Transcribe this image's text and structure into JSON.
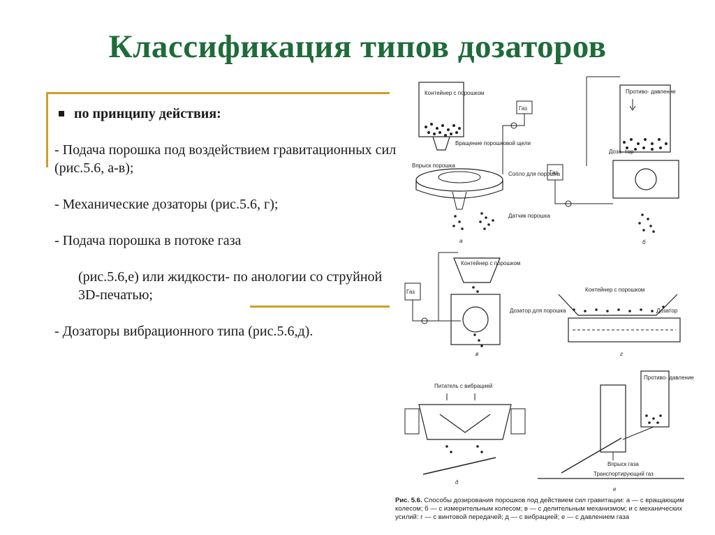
{
  "title": "Классификация типов дозаторов",
  "content": {
    "heading": "по принципу действия:",
    "items": [
      "- Подача порошка под воздействием гравитационных сил (рис.5.6, а-в);",
      "- Механические дозаторы (рис.5.6, г);",
      "-   Подача порошка в потоке газа",
      "(рис.5.6,е) или жидкости- по анологии со струйной  3D-печатью;",
      "- Дозаторы вибрационного типа (рис.5.6,д)."
    ]
  },
  "figure": {
    "labels": {
      "a_container": "Контейнер с порошком",
      "a_gas": "Газ",
      "a_rotation": "Вращение порошковой щели",
      "a_inject": "Впрыск порошка",
      "a_nozzle": "Сопло для порошка",
      "a_sensor": "Датчик порошка",
      "b_counter": "Противо- давление",
      "b_doser": "Доза- тор",
      "b_gas": "Газ",
      "v_container": "Контейнер с порошком",
      "v_gas": "Газ",
      "v_doser": "Дозатор для порошка",
      "g_container": "Контейнер с порошком",
      "g_doser": "Дозатор",
      "d_feeder": "Питатель с вибрацией",
      "e_counter": "Противо- давление",
      "e_inject": "Впрыск газа",
      "e_transport": "Транспортирующий газ"
    },
    "panel_letters": [
      "а",
      "б",
      "в",
      "г",
      "д",
      "е"
    ],
    "caption_lead": "Рис. 5.6.",
    "caption_text": "Способы дозирования порошков под действием сил гравитации: а — с вращающим колесом; б — с измерительным колесом; в — с делительным механизмом; и с механических усилий: г — с винтовой передачей; д — с вибрацией; е — с давлением газа"
  }
}
